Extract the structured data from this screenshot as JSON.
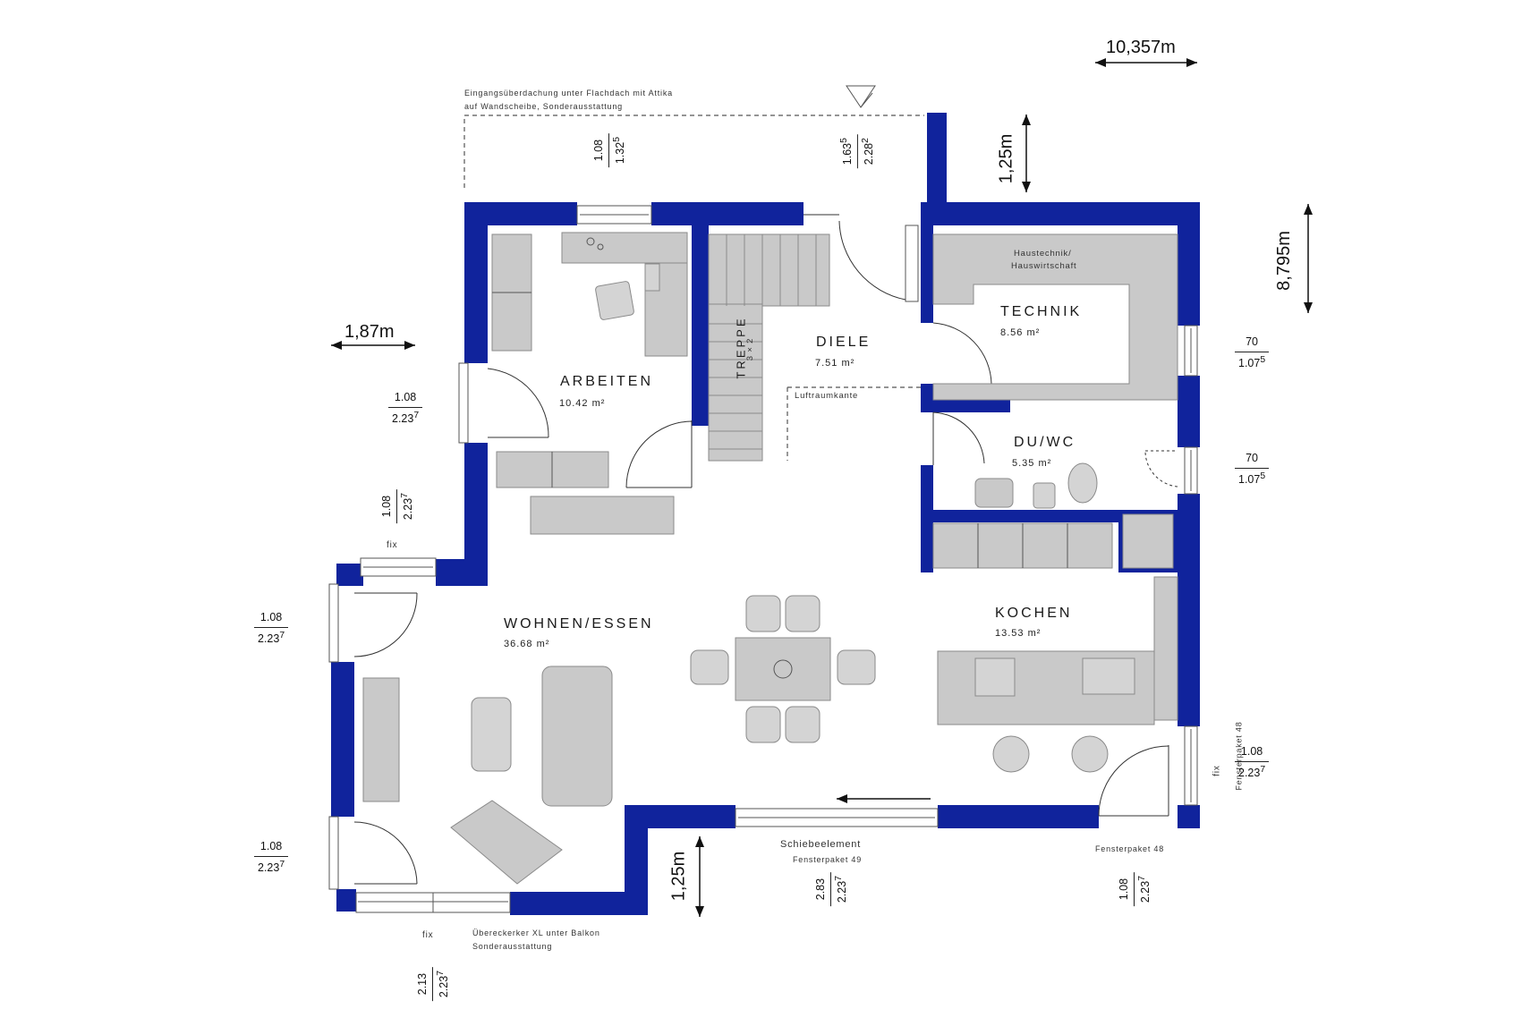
{
  "overall_width": "10,357m",
  "overall_height": "8,795m",
  "dim_left_bay": "1,87m",
  "dim_entrance_depth": "1,25m",
  "dim_terrace_depth": "1,25m",
  "canopy_note_line1": "Eingangsüberdachung unter Flachdach mit Attika",
  "canopy_note_line2": "auf Wandscheibe, Sonderausstattung",
  "bay_note_line1": "Übereckerker XL unter Balkon",
  "bay_note_line2": "Sonderausstattung",
  "rooms": {
    "arbeiten": {
      "name": "ARBEITEN",
      "area": "10.42 m²"
    },
    "diele": {
      "name": "DIELE",
      "area": "7.51 m²"
    },
    "technik": {
      "name": "TECHNIK",
      "area": "8.56 m²",
      "sub1": "Haustechnik/",
      "sub2": "Hauswirtschaft"
    },
    "duwc": {
      "name": "DU/WC",
      "area": "5.35 m²"
    },
    "kochen": {
      "name": "KOCHEN",
      "area": "13.53 m²"
    },
    "wohnen": {
      "name": "WOHNEN/ESSEN",
      "area": "36.68 m²"
    },
    "treppe": {
      "name": "TREPPE",
      "steps": "3 × 2"
    }
  },
  "luftraumkante": "Luftraumkante",
  "schiebeelement": "Schiebeelement",
  "fensterpaket_49": "Fensterpaket 49",
  "fensterpaket_48": "Fensterpaket 48",
  "fensterpaket_48_side": "Fensterpaket 48",
  "fix_labels": {
    "left_top": "fix",
    "bottom": "fix",
    "right": "fix"
  },
  "openings": {
    "entrance_1": {
      "num": "1.08",
      "den": "1.32",
      "den_sup": "5"
    },
    "entrance_2": {
      "num": "1.63",
      "num_sup": "5",
      "den": "2.28",
      "den_sup": "2"
    },
    "arbeiten_west": {
      "num": "1.08",
      "den": "2.23",
      "den_sup": "7"
    },
    "wohnen_nw": {
      "num": "1.08",
      "den": "2.23",
      "den_sup": "7"
    },
    "bay_west": {
      "num": "1.08",
      "den": "2.23",
      "den_sup": "7"
    },
    "bay_sw": {
      "num": "1.08",
      "den": "2.23",
      "den_sup": "7"
    },
    "bay_south": {
      "num": "2.13",
      "den": "2.23",
      "den_sup": "7"
    },
    "slider": {
      "num": "2.83",
      "den": "2.23",
      "den_sup": "7"
    },
    "kitchen_south": {
      "num": "1.08",
      "den": "2.23",
      "den_sup": "7"
    },
    "kitchen_east": {
      "num": "1.08",
      "den": "2.23",
      "den_sup": "7"
    },
    "technik_east": {
      "num": "70",
      "den": "1.07",
      "den_sup": "5"
    },
    "duwc_east": {
      "num": "70",
      "den": "1.07",
      "den_sup": "5"
    }
  },
  "colors": {
    "wall": "#10239c",
    "furniture": "#c9c9c9",
    "furniture_stroke": "#8a8a8a",
    "line": "#444444",
    "text": "#1a1a1a"
  }
}
